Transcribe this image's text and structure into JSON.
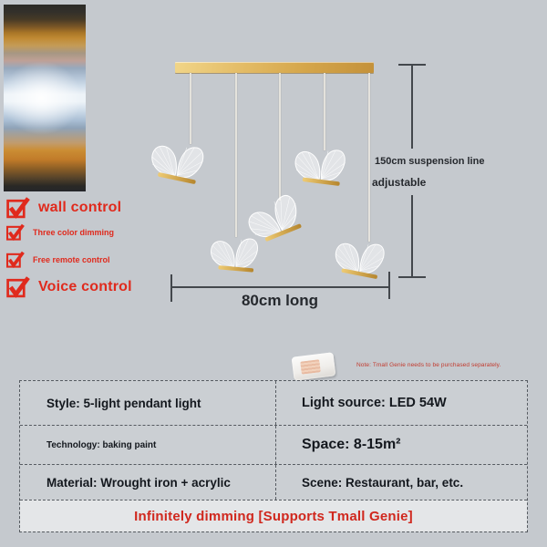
{
  "colors": {
    "background": "#c5c9ce",
    "accent_red": "#e02a1d",
    "table_red": "#d0281e",
    "gold": "#c9953c",
    "measure_line": "#43474c"
  },
  "color_strip": {
    "description": "color-temperature-gradient-strip"
  },
  "features": [
    {
      "label": "wall control"
    },
    {
      "label": "Three color dimming"
    },
    {
      "label": "Free remote control"
    },
    {
      "label": "Voice control"
    }
  ],
  "diagram": {
    "suspension_line1": "150cm suspension line",
    "suspension_line2": "adjustable",
    "width_label": "80cm long",
    "light_count": 5
  },
  "note": "Note: Tmall Genie needs to be purchased separately.",
  "specs": {
    "rows": [
      {
        "left": "Style: 5-light pendant light",
        "right": "Light source: LED 54W"
      },
      {
        "left": "Technology: baking paint",
        "right": "Space: 8-15m²"
      },
      {
        "left": "Material: Wrought iron + acrylic",
        "right": "Scene: Restaurant, bar, etc."
      }
    ],
    "footer": "Infinitely dimming [Supports Tmall Genie]"
  }
}
